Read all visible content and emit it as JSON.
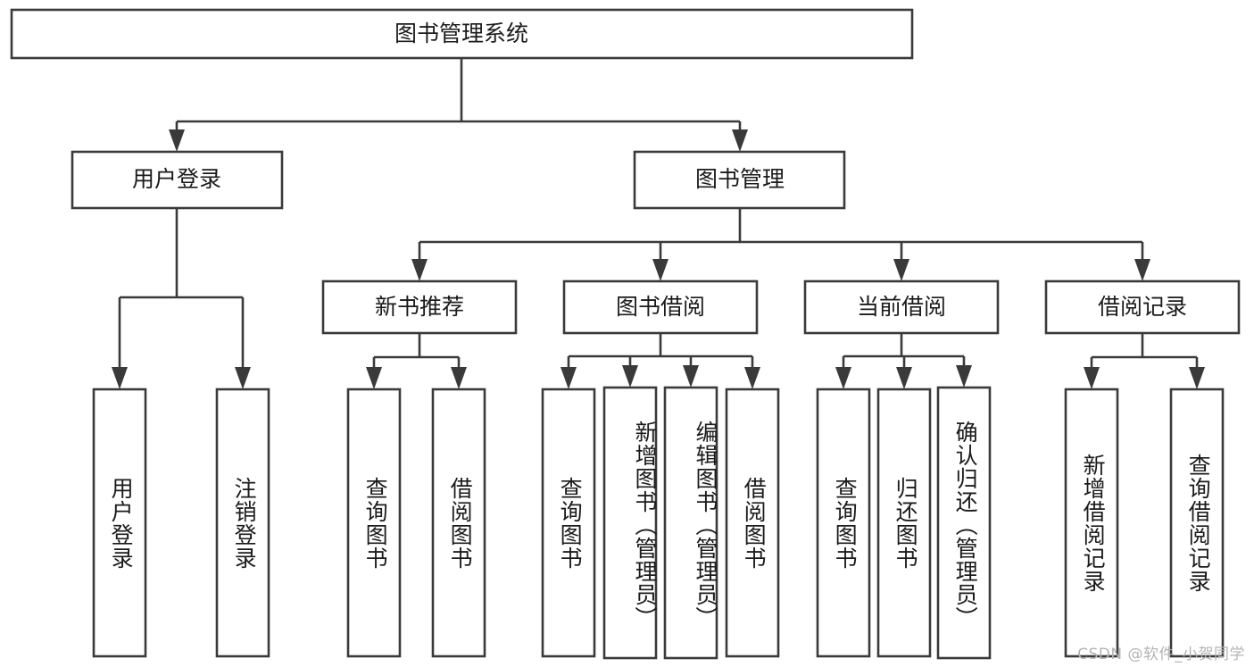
{
  "diagram": {
    "type": "tree",
    "title": "图书管理系统",
    "watermark": "CSDN @软件_小贺同学",
    "root": {
      "id": "root",
      "label": "图书管理系统"
    },
    "level2": [
      {
        "id": "user-login",
        "label": "用户登录"
      },
      {
        "id": "book-manage",
        "label": "图书管理"
      }
    ],
    "level3": [
      {
        "id": "new-book-recommend",
        "label": "新书推荐",
        "parent": "book-manage"
      },
      {
        "id": "book-borrow",
        "label": "图书借阅",
        "parent": "book-manage"
      },
      {
        "id": "current-borrow",
        "label": "当前借阅",
        "parent": "book-manage"
      },
      {
        "id": "borrow-record",
        "label": "借阅记录",
        "parent": "book-manage"
      }
    ],
    "leaves": [
      {
        "id": "leaf-user-login",
        "label": "用户登录",
        "parent": "user-login"
      },
      {
        "id": "leaf-logout",
        "label": "注销登录",
        "parent": "user-login"
      },
      {
        "id": "leaf-query-book-1",
        "label": "查询图书",
        "parent": "new-book-recommend"
      },
      {
        "id": "leaf-borrow-book-1",
        "label": "借阅图书",
        "parent": "new-book-recommend"
      },
      {
        "id": "leaf-query-book-2",
        "label": "查询图书",
        "parent": "book-borrow"
      },
      {
        "id": "leaf-add-book",
        "label": "新增图书（管理员）",
        "parent": "book-borrow"
      },
      {
        "id": "leaf-edit-book",
        "label": "编辑图书（管理员）",
        "parent": "book-borrow"
      },
      {
        "id": "leaf-borrow-book-2",
        "label": "借阅图书",
        "parent": "book-borrow"
      },
      {
        "id": "leaf-query-book-3",
        "label": "查询图书",
        "parent": "current-borrow"
      },
      {
        "id": "leaf-return-book",
        "label": "归还图书",
        "parent": "current-borrow"
      },
      {
        "id": "leaf-confirm-return",
        "label": "确认归还（管理员）",
        "parent": "current-borrow"
      },
      {
        "id": "leaf-add-record",
        "label": "新增借阅记录",
        "parent": "borrow-record"
      },
      {
        "id": "leaf-query-record",
        "label": "查询借阅记录",
        "parent": "borrow-record"
      }
    ],
    "colors": {
      "stroke": "#3a3a3a",
      "fill": "#ffffff",
      "text": "#1b1b1b",
      "watermark": "#b4b4b4"
    }
  }
}
